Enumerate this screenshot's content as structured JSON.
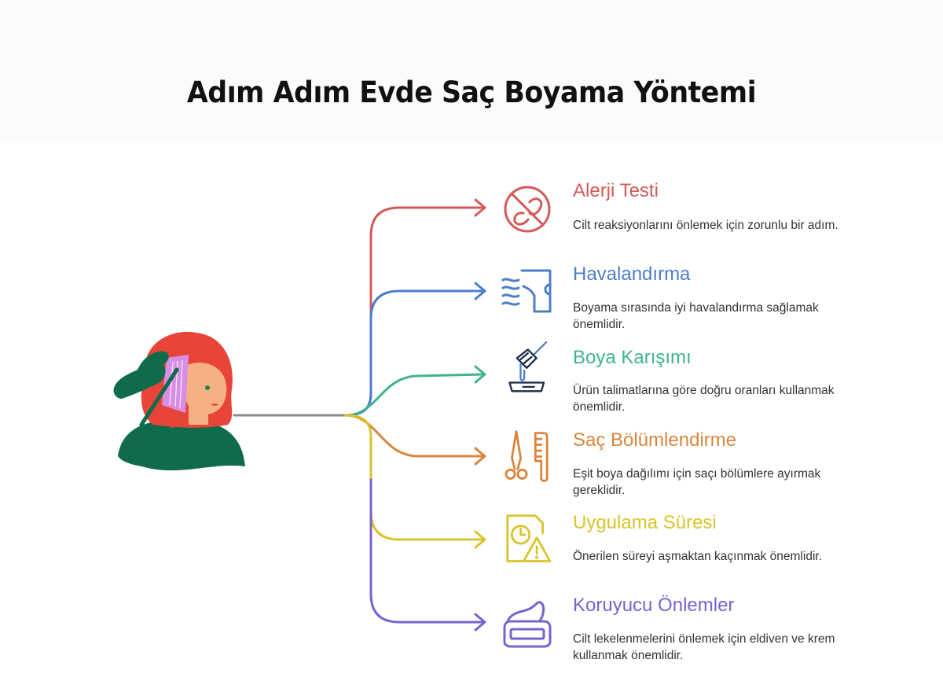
{
  "title": "Adım Adım Evde Saç Boyama Yöntemi",
  "steps": [
    {
      "title": "Alerji Testi",
      "description": "Cilt reaksiyonlarını önlemek için zorunlu bir adım.",
      "icon": "no-allergen-icon",
      "color": "#d35a58"
    },
    {
      "title": "Havalandırma",
      "description": "Boyama sırasında iyi havalandırma sağlamak önemlidir.",
      "icon": "ventilation-window-icon",
      "color": "#4d7ec9"
    },
    {
      "title": "Boya Karışımı",
      "description": "Ürün talimatlarına göre doğru oranları kullanmak önemlidir.",
      "icon": "brush-bowl-icon",
      "color": "#3fb48a"
    },
    {
      "title": "Saç Bölümlendirme",
      "description": "Eşit boya dağılımı için saçı bölümlere ayırmak gereklidir.",
      "icon": "scissors-comb-icon",
      "color": "#d9853c"
    },
    {
      "title": "Uygulama Süresi",
      "description": "Önerilen süreyi aşmaktan kaçınmak önemlidir.",
      "icon": "timer-warning-icon",
      "color": "#d9c42c"
    },
    {
      "title": "Koruyucu Önlemler",
      "description": "Cilt lekelenmelerini önlemek için eldiven ve krem kullanmak önemlidir.",
      "icon": "cream-jar-icon",
      "color": "#7a62cf"
    }
  ],
  "colors": {
    "trunk": "#8c8c8c",
    "hair": "#e8453a",
    "skin": "#f5b183",
    "clothing": "#0f6b4a",
    "dye": "#d98ee6"
  }
}
